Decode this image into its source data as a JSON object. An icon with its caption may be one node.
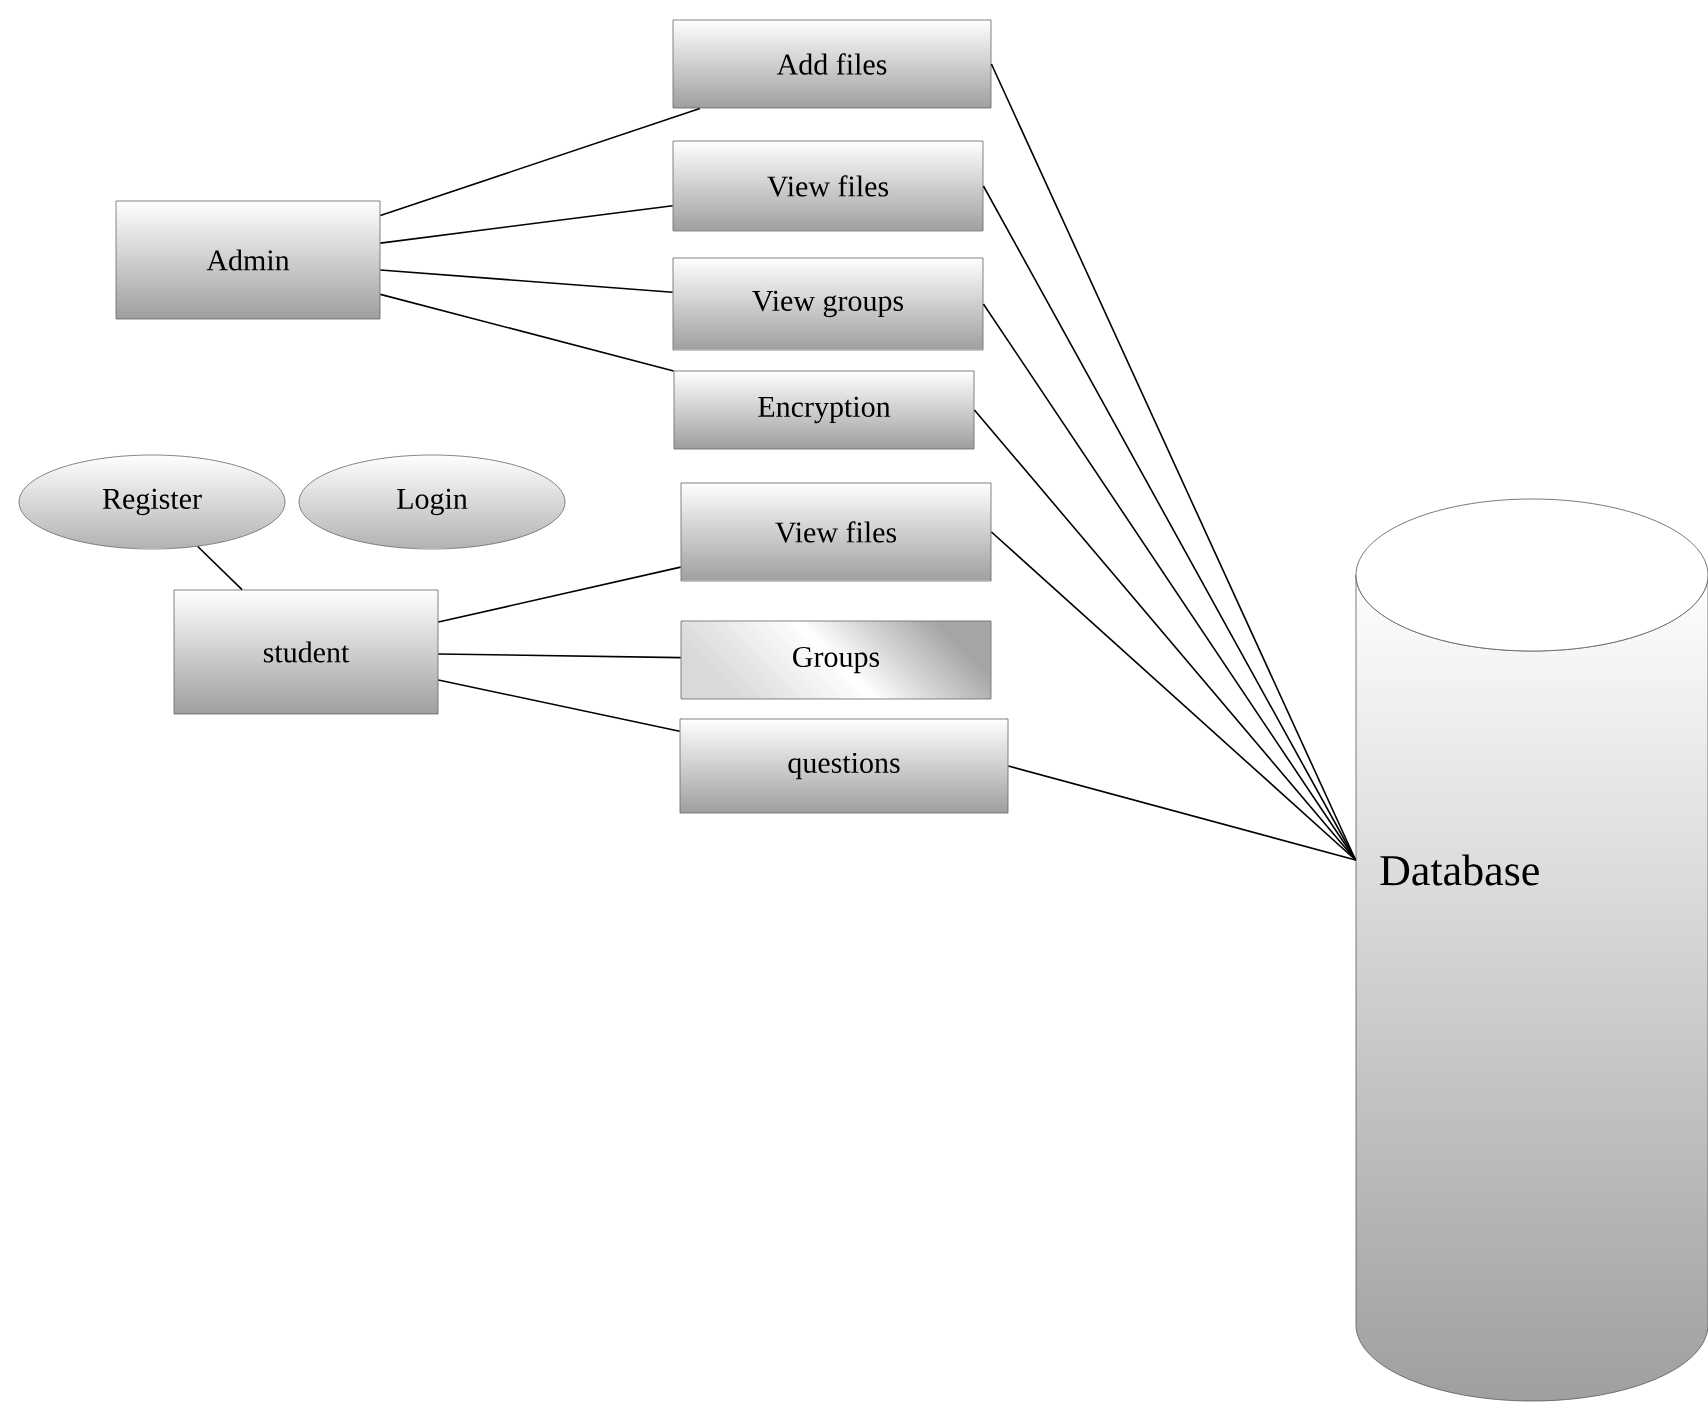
{
  "diagram": {
    "nodes": [
      {
        "text": [
          "Admin"
        ]
      },
      {
        "text": [
          "Add files"
        ]
      },
      {
        "text": [
          "View files"
        ]
      },
      {
        "text": [
          "View groups"
        ]
      },
      {
        "text": [
          "Encryption"
        ]
      },
      {
        "text": [
          "Register"
        ]
      },
      {
        "text": [
          "Login"
        ]
      },
      {
        "text": [
          "student"
        ]
      },
      {
        "text": [
          "View files"
        ]
      },
      {
        "text": [
          "Groups"
        ]
      },
      {
        "text": [
          "questions"
        ]
      },
      {
        "text": [
          "Database"
        ]
      }
    ],
    "edges": [
      {
        "from": 0,
        "to": 1,
        "arrow": "none"
      },
      {
        "from": 0,
        "to": 2,
        "arrow": "none"
      },
      {
        "from": 0,
        "to": 3,
        "arrow": "none"
      },
      {
        "from": 0,
        "to": 4,
        "arrow": "none"
      },
      {
        "from": 5,
        "to": 7,
        "arrow": "none"
      },
      {
        "from": 7,
        "to": 8,
        "arrow": "none"
      },
      {
        "from": 7,
        "to": 9,
        "arrow": "none"
      },
      {
        "from": 7,
        "to": 10,
        "arrow": "none"
      },
      {
        "from": 1,
        "to": 11,
        "arrow": "none"
      },
      {
        "from": 2,
        "to": 11,
        "arrow": "none"
      },
      {
        "from": 3,
        "to": 11,
        "arrow": "none"
      },
      {
        "from": 4,
        "to": 11,
        "arrow": "none"
      },
      {
        "from": 8,
        "to": 11,
        "arrow": "none"
      },
      {
        "from": 10,
        "to": 11,
        "arrow": "none"
      }
    ]
  }
}
